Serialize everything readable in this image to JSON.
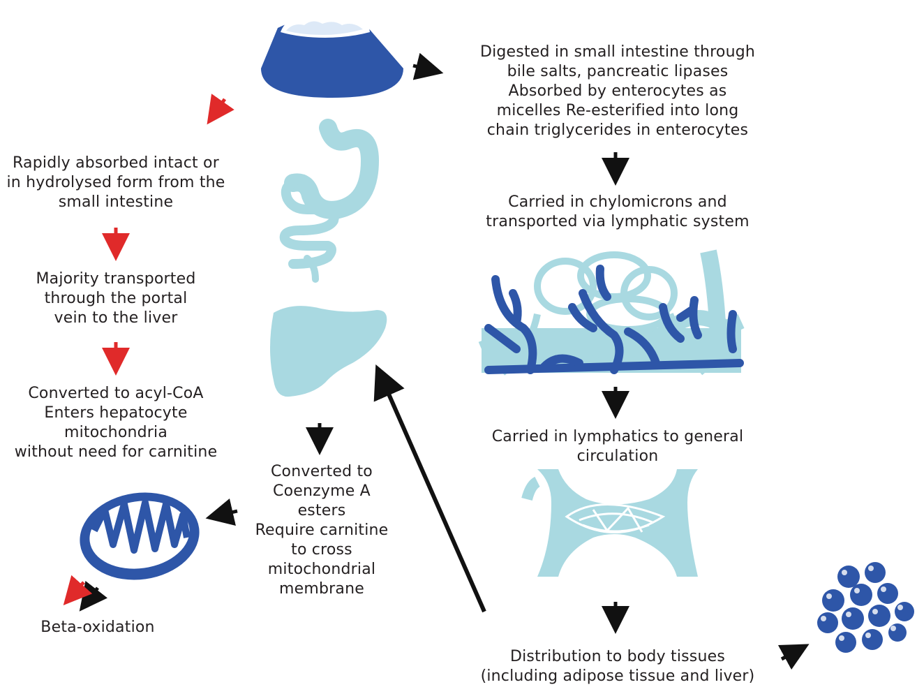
{
  "colors": {
    "dark_blue": "#2e56a8",
    "light_blue": "#a9d9e1",
    "red_arrow": "#e02a2a",
    "black_arrow": "#111111",
    "text": "#231f20"
  },
  "icons": [
    "fat-bowl-icon",
    "stomach-intestine-icon",
    "liver-icon",
    "lymph-capillary-icon",
    "lymph-vessel-icon",
    "mitochondrion-icon",
    "fat-cells-icon"
  ],
  "left_path": {
    "step1": "Rapidly absorbed intact or\nin hydrolysed form from the\nsmall intestine",
    "step2": "Majority transported\nthrough the portal\nvein to the liver",
    "step3": "Converted to acyl-CoA\nEnters hepatocyte\nmitochondria\nwithout need for carnitine"
  },
  "middle_path": {
    "step1": "Converted to\nCoenzyme A\nesters\nRequire carnitine\nto cross\nmitochondrial\nmembrane"
  },
  "right_path": {
    "step1": "Digested in small intestine through\nbile salts, pancreatic lipases\nAbsorbed by enterocytes as\nmicelles Re-esterified into long\nchain triglycerides in enterocytes",
    "step2": "Carried in chylomicrons and\ntransported via lymphatic system",
    "step3": "Carried in lymphatics to general\ncirculation",
    "step4": "Distribution to body tissues\n(including adipose tissue and liver)"
  },
  "outcome": {
    "label": "Beta-oxidation"
  }
}
